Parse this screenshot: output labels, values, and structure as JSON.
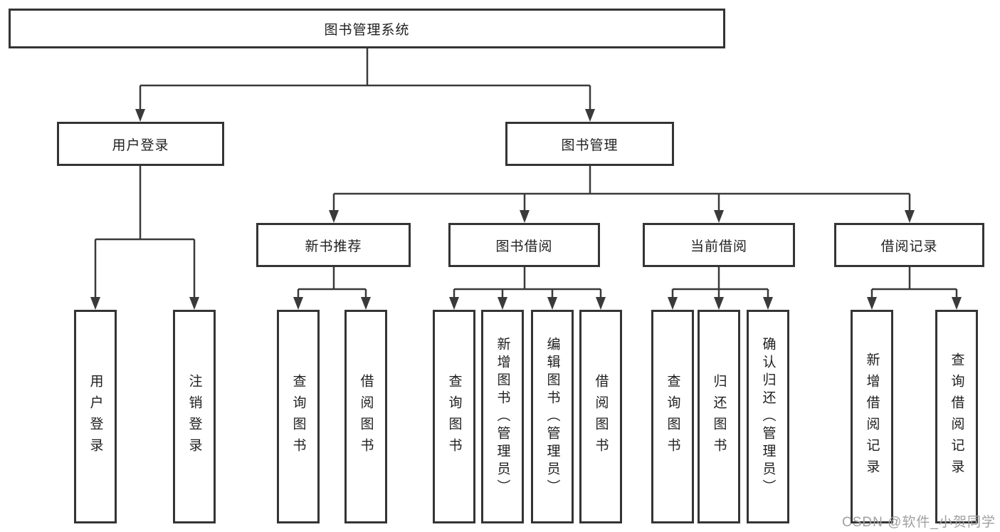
{
  "tree": {
    "root": "图书管理系统",
    "children": [
      {
        "label": "用户登录",
        "leaves": [
          "用户登录",
          "注销登录"
        ]
      },
      {
        "label": "图书管理",
        "children": [
          {
            "label": "新书推荐",
            "leaves": [
              "查询图书",
              "借阅图书"
            ]
          },
          {
            "label": "图书借阅",
            "leaves": [
              "查询图书",
              "新增图书（管理员）",
              "编辑图书（管理员）",
              "借阅图书"
            ]
          },
          {
            "label": "当前借阅",
            "leaves": [
              "查询图书",
              "归还图书",
              "确认归还（管理员）"
            ]
          },
          {
            "label": "借阅记录",
            "leaves": [
              "新增借阅记录",
              "查询借阅记录"
            ]
          }
        ]
      }
    ]
  },
  "watermark": {
    "text": "CSDN @软件_小贺同学"
  },
  "colors": {
    "line": "#3a3a3a",
    "border": "#343434",
    "text": "#1f1f1f",
    "watermark": "#a0a0a0",
    "background": "#ffffff"
  }
}
